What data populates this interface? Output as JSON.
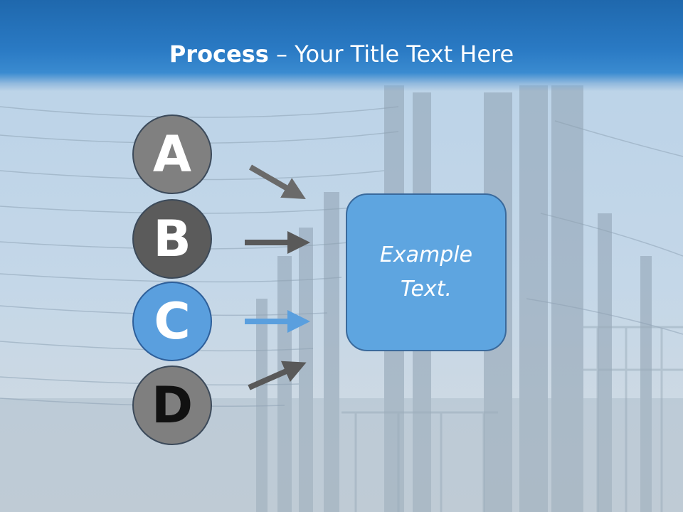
{
  "header": {
    "title_strong": "Process",
    "title_rest": " – Your Title Text Here"
  },
  "steps": [
    {
      "letter": "A",
      "color": "#808080"
    },
    {
      "letter": "B",
      "color": "#5b5b5b"
    },
    {
      "letter": "C",
      "color": "#5a9fde"
    },
    {
      "letter": "D",
      "color": "#7f7f7f"
    }
  ],
  "arrow_colors": [
    "#6a6a6a",
    "#595959",
    "#5a9fde",
    "#595959"
  ],
  "box": {
    "text": "Example Text.",
    "color": "#5ea5e0"
  },
  "background_image": "electrical-substation-photo"
}
